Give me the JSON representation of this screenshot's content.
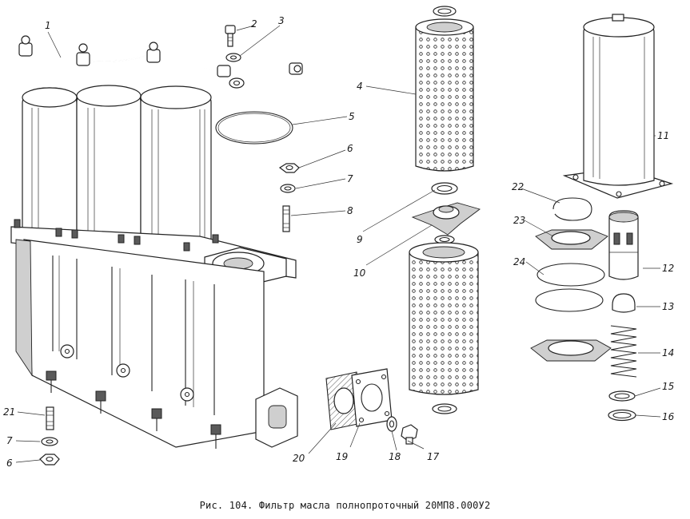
{
  "caption": "Рис. 104. Фильтр масла полнопроточный 20МП8.000У2",
  "callouts": [
    "1",
    "2",
    "3",
    "4",
    "5",
    "6",
    "7",
    "8",
    "9",
    "10",
    "11",
    "12",
    "13",
    "14",
    "15",
    "16",
    "17",
    "18",
    "19",
    "20",
    "21",
    "22",
    "23",
    "24",
    "7",
    "6"
  ]
}
